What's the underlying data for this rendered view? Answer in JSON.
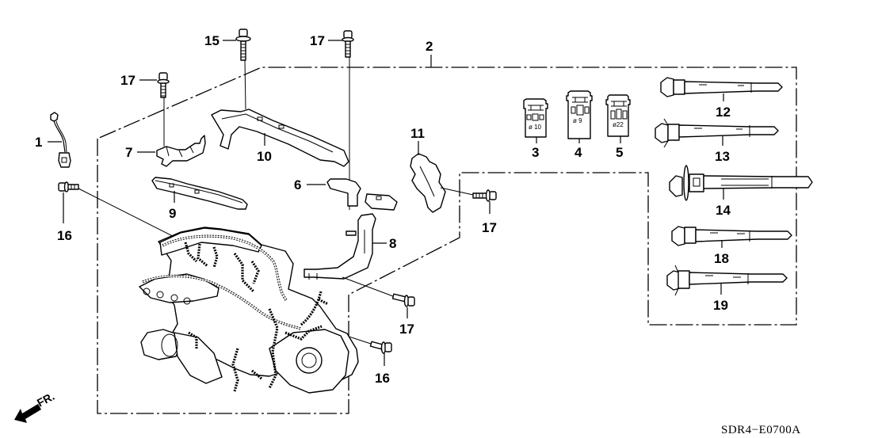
{
  "diagram": {
    "type": "exploded-parts-diagram",
    "subject": "Engine wire harness",
    "figure_code": "SDR4−E0700A",
    "direction_marker": "FR.",
    "callouts": {
      "c1": "1",
      "c2": "2",
      "c3": "3",
      "c4": "4",
      "c5": "5",
      "c6": "6",
      "c7": "7",
      "c8": "8",
      "c9": "9",
      "c10": "10",
      "c11": "11",
      "c12": "12",
      "c13": "13",
      "c14": "14",
      "c15": "15",
      "c16a": "16",
      "c16b": "16",
      "c17a": "17",
      "c17b": "17",
      "c17c": "17",
      "c17d": "17",
      "c18": "18",
      "c19": "19"
    },
    "grommet_markings": {
      "g3": "ø 10",
      "g4": "ø  9",
      "g5": "ø22"
    }
  }
}
